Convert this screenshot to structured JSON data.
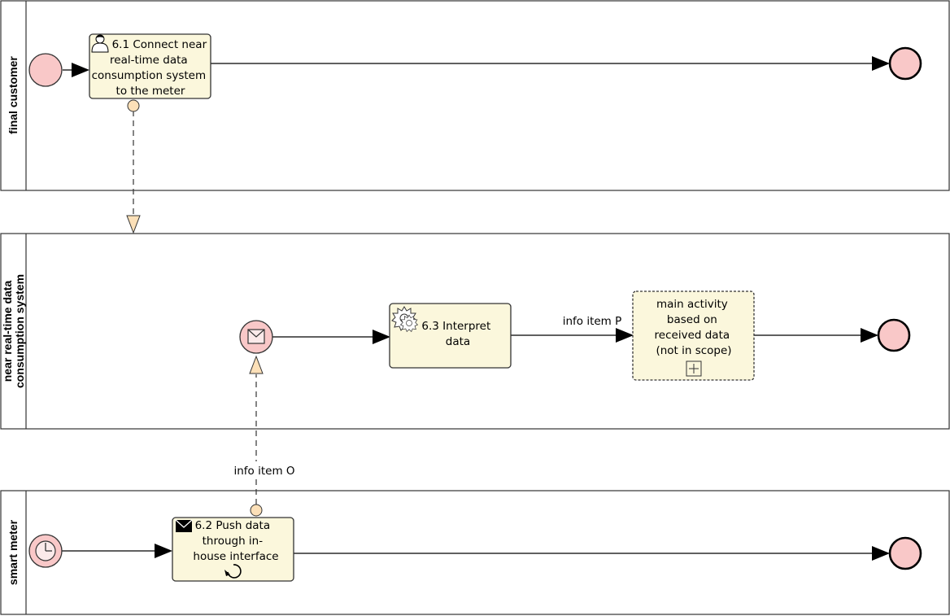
{
  "pools": {
    "customer": {
      "label": "final customer"
    },
    "consumption": {
      "label_line1": "near real-time data",
      "label_line2": "consumption system"
    },
    "meter": {
      "label": "smart meter"
    }
  },
  "tasks": {
    "t61": {
      "lines": [
        "6.1 Connect near",
        "real-time data",
        "consumption system",
        "to the meter"
      ],
      "icon": "user-icon"
    },
    "t63": {
      "lines": [
        "6.3 Interpret",
        "data"
      ],
      "icon": "gear-icon"
    },
    "sub": {
      "lines": [
        "main activity",
        "based on",
        "received data",
        "(not in scope)"
      ],
      "icon": "expand-plus-icon"
    },
    "t62": {
      "lines": [
        "6.2 Push data",
        "through in-",
        "house interface"
      ],
      "icon": "envelope-icon",
      "marker": "loop-icon"
    }
  },
  "flows": {
    "info_o": "info item O",
    "info_p": "info item P"
  },
  "colors": {
    "event_fill": "#f9c8c8",
    "task_fill": "#fbf7dc",
    "message_marker": "#fce0b8"
  }
}
